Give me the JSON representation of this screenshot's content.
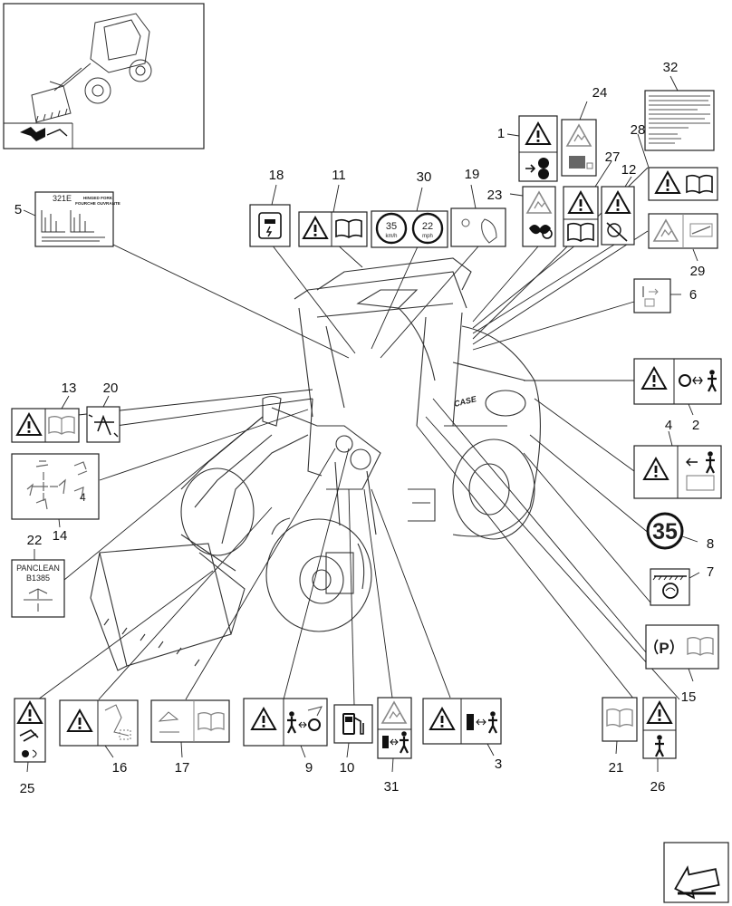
{
  "item_numbers": {
    "n1": "1",
    "n2": "2",
    "n3": "3",
    "n4": "4",
    "n5": "5",
    "n6": "6",
    "n7": "7",
    "n8": "8",
    "n9": "9",
    "n10": "10",
    "n11": "11",
    "n12": "12",
    "n13": "13",
    "n14": "14",
    "n15": "15",
    "n16": "16",
    "n17": "17",
    "n18": "18",
    "n19": "19",
    "n20": "20",
    "n21": "21",
    "n22": "22",
    "n23": "23",
    "n24": "24",
    "n25": "25",
    "n26": "26",
    "n27": "27",
    "n28": "28",
    "n29": "29",
    "n30": "30",
    "n31": "31",
    "n32": "32"
  },
  "decal_text": {
    "load_chart_model": "321E",
    "load_chart_title_1": "HINGED FORK",
    "load_chart_title_2": "FOURCHE OUVRANTE",
    "speed_kmh_value": "35",
    "speed_kmh_unit": "km/h",
    "speed_mph_value": "22",
    "speed_mph_unit": "mph",
    "speed_badge": "35",
    "parking_letter": "P",
    "panclean_1": "PANCLEAN",
    "panclean_2": "B1385",
    "brand": "CASE"
  },
  "icons": [
    "warning-triangle-icon",
    "operator-manual-book-icon",
    "fuel-pump-icon",
    "battery-icon",
    "parking-brake-icon",
    "locator-arrow-icon",
    "wheel-loader-drawing"
  ],
  "colors": {
    "line": "#222222",
    "background": "#ffffff"
  }
}
